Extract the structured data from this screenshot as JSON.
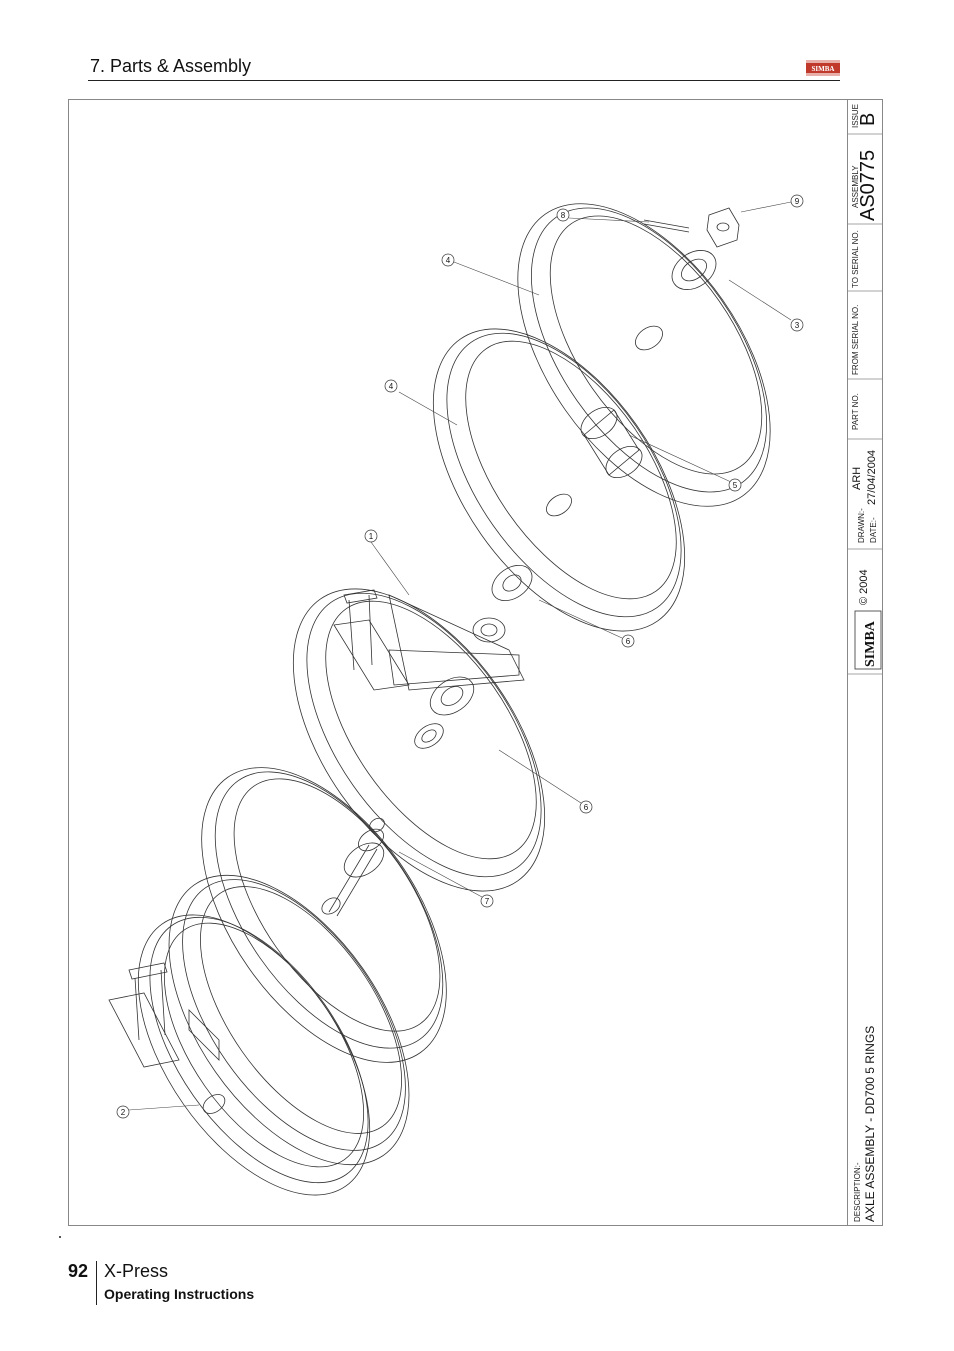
{
  "header": {
    "section_title": "7. Parts & Assembly",
    "brand": "SIMBA"
  },
  "title_block": {
    "issue_label": "ISSUE",
    "issue": "B",
    "assembly_label": "ASSEMBLY",
    "assembly_no": "AS0775",
    "to_serial_label": "TO SERIAL NO.",
    "from_serial_label": "FROM SERIAL NO.",
    "part_no_label": "PART NO.",
    "drawn_label": "DRAWN:-",
    "drawn": "ARH",
    "date_label": "DATE:-",
    "date": "27/04/2004",
    "copyright": "© 2004",
    "logo_text": "SIMBA",
    "description_label": "DESCRIPTION:-",
    "description": "AXLE ASSEMBLY - DD700 5 RINGS"
  },
  "callouts": [
    "1",
    "2",
    "3",
    "4",
    "4",
    "5",
    "6",
    "6",
    "7",
    "8",
    "9"
  ],
  "footer": {
    "page_number": "92",
    "product": "X-Press",
    "subtitle": "Operating Instructions"
  }
}
